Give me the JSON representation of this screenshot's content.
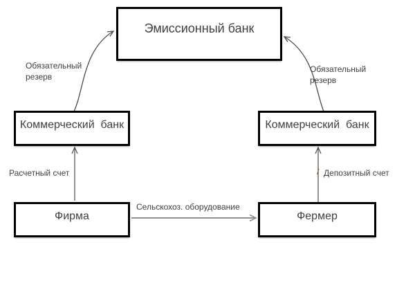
{
  "diagram": {
    "background_color": "#ffffff",
    "nodes": {
      "emission_bank": {
        "label": "Эмиссионный банк"
      },
      "commercial_bank_left": {
        "label": "Коммерческий  банк"
      },
      "commercial_bank_right": {
        "label": "Коммерческий  банк"
      },
      "firm": {
        "label": "Фирма"
      },
      "farmer": {
        "label": "Фермер"
      }
    },
    "edges": {
      "reserve_left": {
        "label": "Обязательный резерв",
        "from": "commercial_bank_left",
        "to": "emission_bank"
      },
      "reserve_right": {
        "label": "Обязательный резерв",
        "from": "commercial_bank_right",
        "to": "emission_bank"
      },
      "settlement_account": {
        "label": "Расчетный счет",
        "from": "firm",
        "to": "commercial_bank_left"
      },
      "deposit_account": {
        "label": "Депозитный счет",
        "from": "farmer",
        "to": "commercial_bank_right"
      },
      "equipment": {
        "label": "Сельскохоз. оборудование",
        "from": "firm",
        "to": "farmer"
      }
    },
    "colors": {
      "box_border": "#000000",
      "box_fill": "#ffffff",
      "text": "#3f3f3f",
      "arrow_dark": "#4a4a4a",
      "arrow_gray": "#8f8f8f",
      "artifact": "#8a5a28"
    }
  }
}
